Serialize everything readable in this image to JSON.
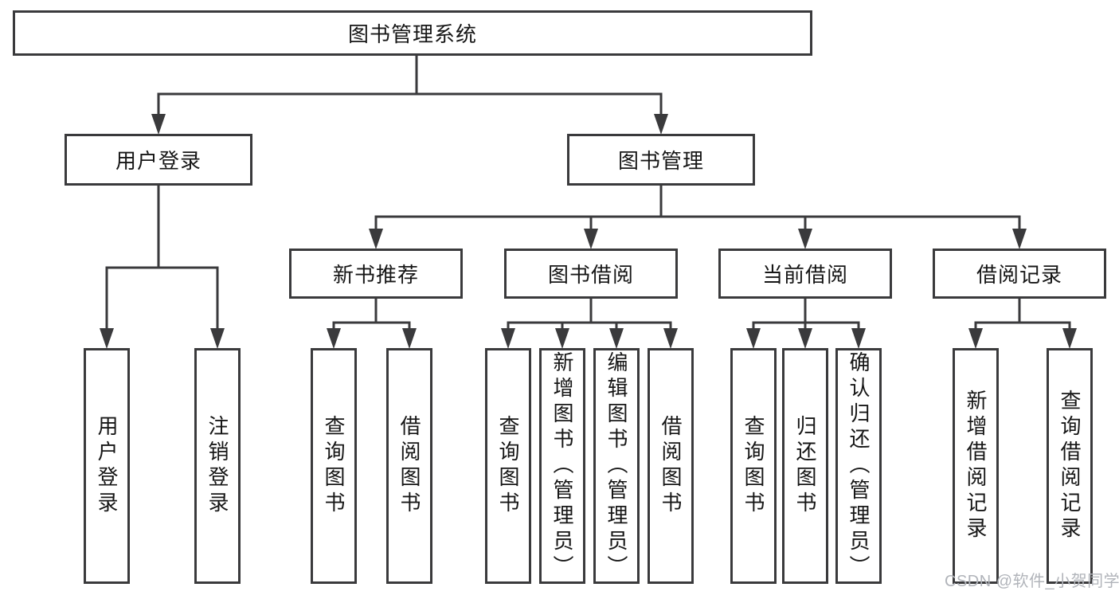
{
  "diagram": {
    "root": {
      "label": "图书管理系统"
    },
    "level2": [
      {
        "label": "用户登录"
      },
      {
        "label": "图书管理"
      }
    ],
    "level3": [
      {
        "label": "新书推荐"
      },
      {
        "label": "图书借阅"
      },
      {
        "label": "当前借阅"
      },
      {
        "label": "借阅记录"
      }
    ],
    "leaves": {
      "user_login": [
        {
          "label": "用户登录"
        },
        {
          "label": "注销登录"
        }
      ],
      "new_book_rec": [
        {
          "label": "查询图书"
        },
        {
          "label": "借阅图书"
        }
      ],
      "book_borrow": [
        {
          "label": "查询图书"
        },
        {
          "label": "新增图书（管理员）"
        },
        {
          "label": "编辑图书（管理员）"
        },
        {
          "label": "借阅图书"
        }
      ],
      "current_borrow": [
        {
          "label": "查询图书"
        },
        {
          "label": "归还图书"
        },
        {
          "label": "确认归还（管理员）"
        }
      ],
      "borrow_record": [
        {
          "label": "新增借阅记录"
        },
        {
          "label": "查询借阅记录"
        }
      ]
    }
  },
  "watermark": {
    "text": "CSDN @软件_小贺同学"
  },
  "colors": {
    "line": "#3a3a3c",
    "text": "#161616",
    "background": "#ffffff",
    "watermark": "#b1b4ba"
  }
}
